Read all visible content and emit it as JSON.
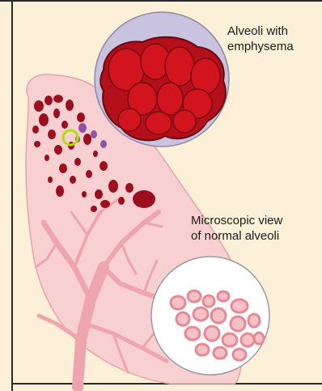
{
  "labels": {
    "emphysema_line1": "Alveoli with",
    "emphysema_line2": "emphysema",
    "normal_line1": "Microscopic view",
    "normal_line2": "of normal alveoli"
  },
  "colors": {
    "background": "#fcf0d8",
    "lung_fill": "#f8d0d2",
    "lung_outline": "#e6a3a8",
    "bronchi": "#eea5ad",
    "emphysema_spots": "#9b0f1f",
    "emphysema_alveoli": "#c8141e",
    "zoom_circle_fill": "#c9c3df",
    "zoom_highlight": "#b0e000",
    "normal_alveoli": "#ee9ea6"
  },
  "icons": {
    "zoom_marker": "highlight-ring-icon"
  }
}
